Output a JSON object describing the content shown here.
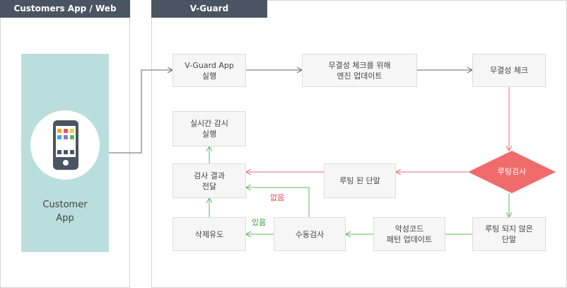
{
  "panels": {
    "customer_tab": "Customers App / Web",
    "vguard_tab": "V-Guard"
  },
  "customer": {
    "label": "Customer\nApp",
    "icon": "smartphone-icon"
  },
  "nodes": {
    "run_app": "V-Guard App\n실행",
    "engine_update": "무결성 체크를 위해\n엔진 업데이트",
    "integrity_check": "무결성 체크",
    "rooting_check": "루팅검사",
    "rooted_device": "루팅 된 단말",
    "non_rooted_device": "루팅 되지 않은\n단말",
    "malware_pattern_update": "악성코드\n패턴 업데이트",
    "manual_check": "수동검사",
    "delete_guide": "삭제유도",
    "deliver_result": "검사 결과\n전달",
    "realtime_monitor": "실시간 감시\n실행"
  },
  "edge_labels": {
    "none": "없음",
    "exists": "있음"
  },
  "colors": {
    "tab": "#4a5563",
    "customer_bg": "#b9dedd",
    "diamond": "#f06b6b",
    "red_arrow": "#e86a6a",
    "green_arrow": "#5cb85c",
    "gray_arrow": "#666666",
    "label_red": "#e05050",
    "label_green": "#3a9a3a"
  }
}
